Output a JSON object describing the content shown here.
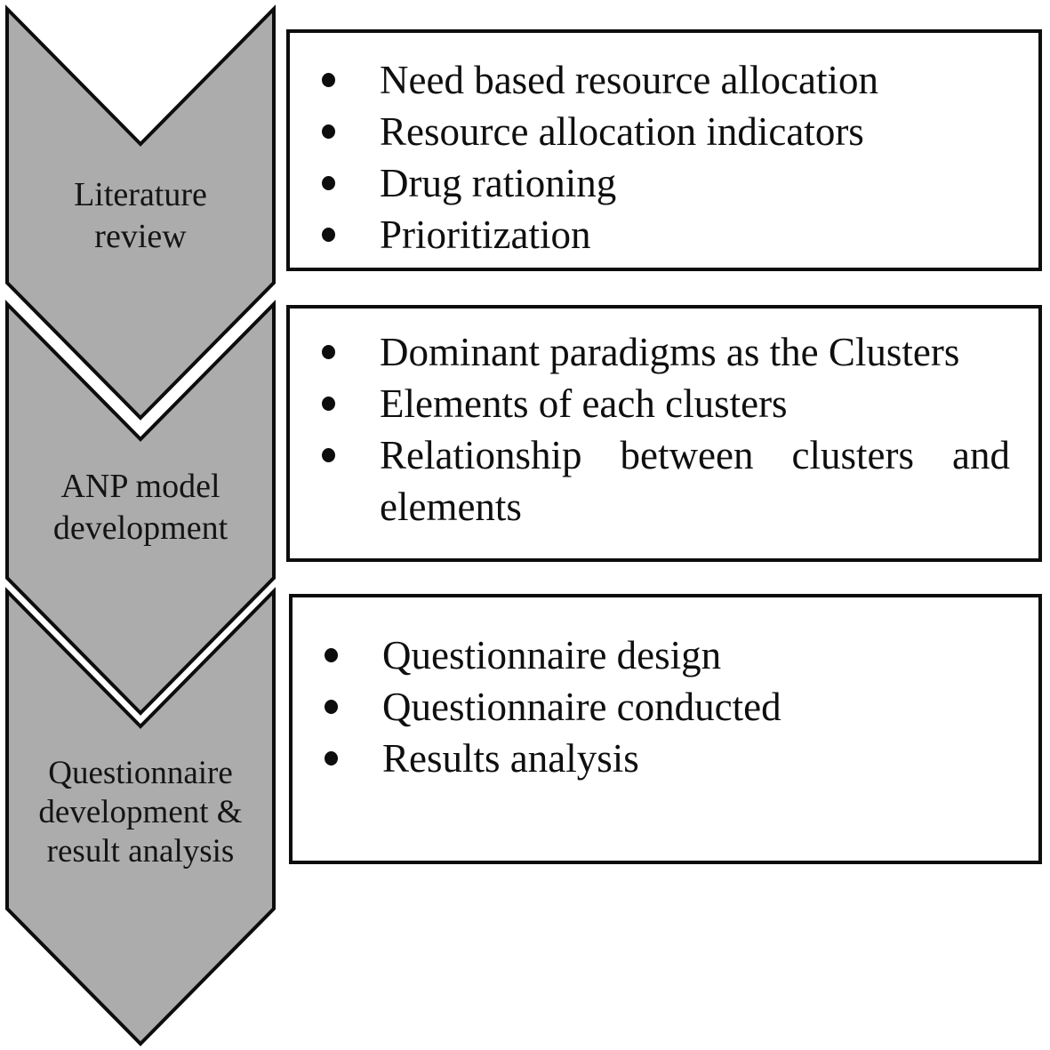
{
  "figure": {
    "kind": "vertical chevron process diagram",
    "colors": {
      "chevron_fill": "#ACACAC",
      "outline": "#0d0d0d",
      "box_background": "#ffffff",
      "text": "#111111"
    }
  },
  "steps": [
    {
      "label": "Literature review",
      "label_lines": [
        "Literature",
        "review"
      ],
      "bullets": [
        "Need based resource allocation",
        "Resource allocation indicators",
        "Drug rationing",
        "Prioritization"
      ]
    },
    {
      "label": "ANP model development",
      "label_lines": [
        "ANP model",
        "development"
      ],
      "bullets": [
        "Dominant paradigms as the Clusters",
        "Elements of each clusters",
        "Relationship between clusters and elements"
      ]
    },
    {
      "label": "Questionnaire development & result analysis",
      "label_lines": [
        "Questionnaire",
        "development &",
        "result analysis"
      ],
      "bullets": [
        "Questionnaire design",
        "Questionnaire conducted",
        "Results analysis"
      ]
    }
  ]
}
